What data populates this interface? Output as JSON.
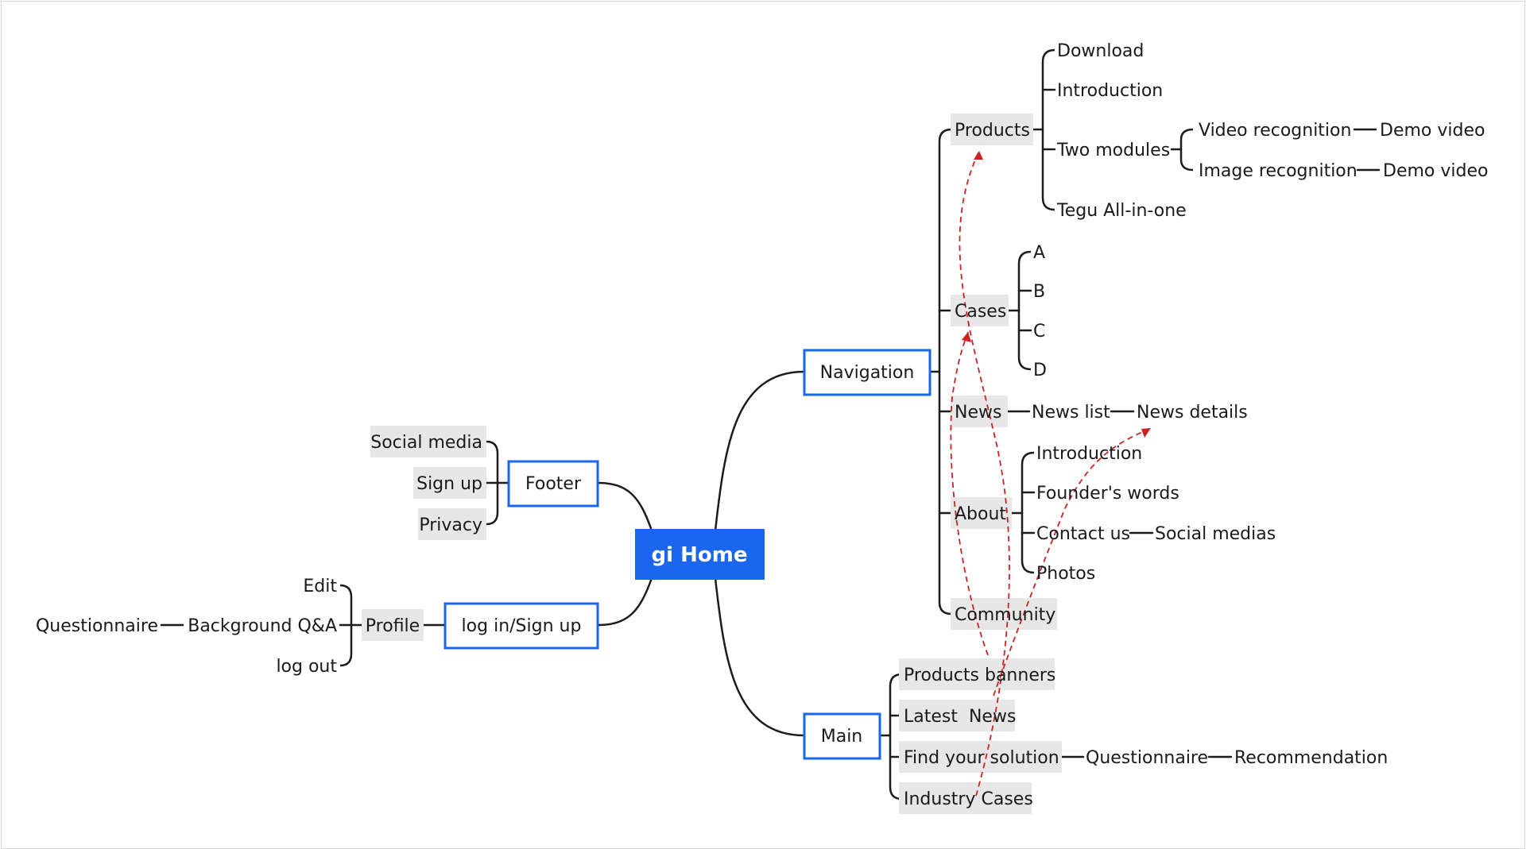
{
  "root": "gi Home",
  "footer": {
    "label": "Footer",
    "children": [
      "Social media",
      "Sign up",
      "Privacy"
    ]
  },
  "login": {
    "label": "log in/Sign up",
    "profile": {
      "label": "Profile",
      "children": [
        "Edit",
        "Background Q&A",
        "log out"
      ],
      "background_child": "Questionnaire"
    }
  },
  "navigation": {
    "label": "Navigation",
    "products": {
      "label": "Products",
      "children": [
        "Download",
        "Introduction",
        "Two modules",
        "Tegu All-in-one"
      ],
      "modules": [
        {
          "label": "Video recognition",
          "child": "Demo video"
        },
        {
          "label": "Image recognition",
          "child": "Demo video"
        }
      ]
    },
    "cases": {
      "label": "Cases",
      "children": [
        "A",
        "B",
        "C",
        "D"
      ]
    },
    "news": {
      "label": "News",
      "list": "News list",
      "details": "News details"
    },
    "about": {
      "label": "About",
      "children": [
        "Introduction",
        "Founder's words",
        "Contact us",
        "Photos"
      ],
      "contact_child": "Social medias"
    },
    "community": "Community"
  },
  "main": {
    "label": "Main",
    "children": [
      "Products banners",
      "Latest  News",
      "Find your solution",
      "Industry Cases"
    ],
    "solution_chain": [
      "Questionnaire",
      "Recommendation"
    ]
  },
  "colors": {
    "accent": "#1a66ee",
    "link": "#cc2222",
    "shade": "#e7e7e7"
  }
}
